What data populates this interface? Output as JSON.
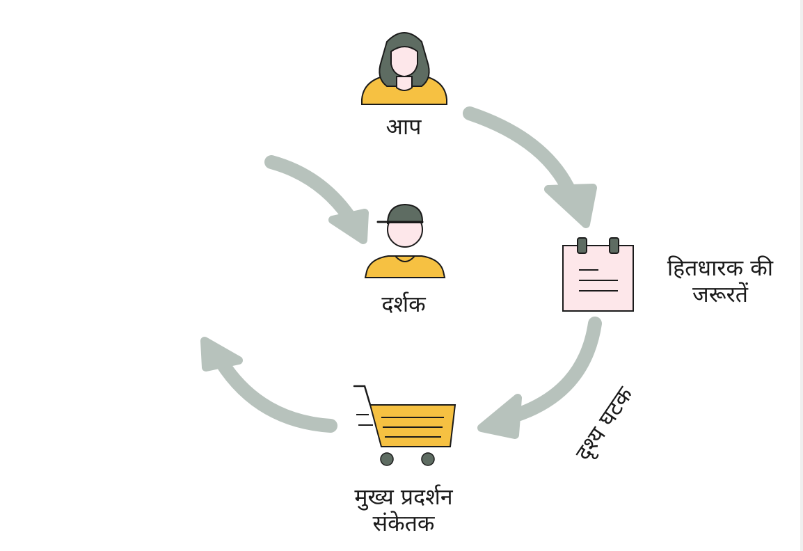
{
  "nodes": {
    "you": {
      "label": "आप",
      "icon": "woman-icon"
    },
    "viewer": {
      "label": "दर्शक",
      "icon": "man-cap-icon"
    },
    "stakeholder": {
      "label_line1": "हितधारक की",
      "label_line2": "जरूरतें",
      "icon": "notepad-icon"
    },
    "kpi": {
      "label_line1": "मुख्य प्रदर्शन",
      "label_line2": "संकेतक",
      "icon": "shopping-cart-icon"
    }
  },
  "edges": {
    "visual_components": {
      "label": "दृश्य घटक"
    }
  },
  "colors": {
    "arrow": "#b7c2bc",
    "hair": "#5e6c62",
    "skin": "#fde7ea",
    "shirt": "#f6c142",
    "notepad": "#fde7ea",
    "cart": "#f6c142",
    "outline": "#1a1a1a"
  }
}
